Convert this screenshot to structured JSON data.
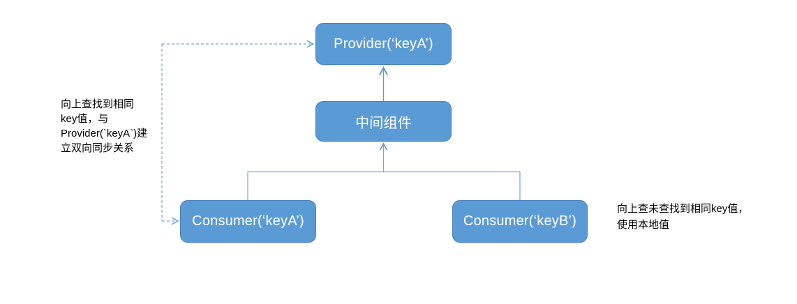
{
  "diagram": {
    "title": "Provider/Consumer key lookup diagram",
    "nodes": {
      "provider": {
        "label": "Provider(‘keyA’)"
      },
      "middle": {
        "label": "中间组件"
      },
      "consumer_a": {
        "label": "Consumer(‘keyA’)"
      },
      "consumer_b": {
        "label": "Consumer(‘keyB’)"
      }
    },
    "annotations": {
      "left_note": "向上查找到相同\nkey值，与\nProvider(`keyA`)建\n立双向同步关系",
      "right_note": "向上查未查找到相同key值，\n使用本地值"
    },
    "edges": [
      {
        "from": "middle",
        "to": "provider",
        "style": "solid",
        "arrowhead": "into-provider"
      },
      {
        "from": "consumer_a",
        "to": "middle",
        "style": "solid-elbow",
        "arrowhead": "into-middle"
      },
      {
        "from": "consumer_b",
        "to": "middle",
        "style": "solid-elbow",
        "arrowhead": "into-middle"
      },
      {
        "from": "consumer_a",
        "to": "provider",
        "style": "dashed-elbow",
        "arrowhead": "both-ends"
      }
    ],
    "colors": {
      "background": "#FFFFFF",
      "node_fill": "#5B9BD5",
      "node_border": "#4A80BE",
      "node_text": "#FFFFFF",
      "connector_solid": "#5B9BD5",
      "connector_light": "#74A7DB",
      "annotation_text": "#000000"
    }
  }
}
